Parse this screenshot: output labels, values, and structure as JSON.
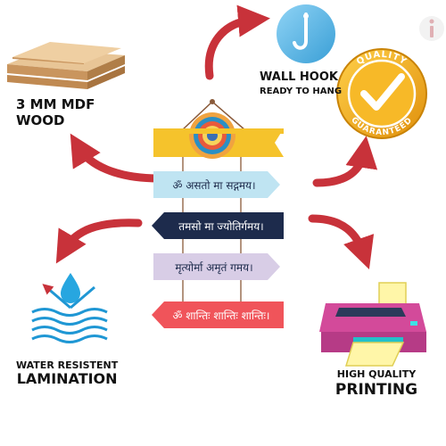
{
  "colors": {
    "arrow": "#c8323a",
    "plank_yellow": "#f5c32c",
    "plank_blue": "#bfe4f2",
    "plank_navy": "#1d2b4c",
    "plank_lilac": "#d8cde6",
    "plank_coral": "#f0545a",
    "quality_gold": "#f4ad1a",
    "hook_blue": "#5ab6e6"
  },
  "icons": [
    "mdf-wood-icon",
    "wall-hook-icon",
    "quality-badge-icon",
    "water-drop-icon",
    "printer-icon",
    "brand-i-icon",
    "mandala-icon"
  ],
  "features": {
    "wood": {
      "line1": "3 MM MDF",
      "line2": "WOOD"
    },
    "hook": {
      "line1": "WALL HOOK",
      "line2": "READY TO HANG"
    },
    "water": {
      "line1": "WATER RESISTENT",
      "line2": "LAMINATION"
    },
    "printing": {
      "line1": "HIGH QUALITY",
      "line2": "PRINTING"
    }
  },
  "badge": {
    "top": "QUALITY",
    "bottom": "GUARANTEED"
  },
  "planks": [
    {
      "text": "ॐ असतो मा सद्गमय।"
    },
    {
      "text": "तमसो मा ज्योतिर्गमय।"
    },
    {
      "text": "मृत्योर्मा अमृतं गमय।"
    },
    {
      "text": "ॐ शान्तिः शान्तिः शान्तिः।"
    }
  ]
}
